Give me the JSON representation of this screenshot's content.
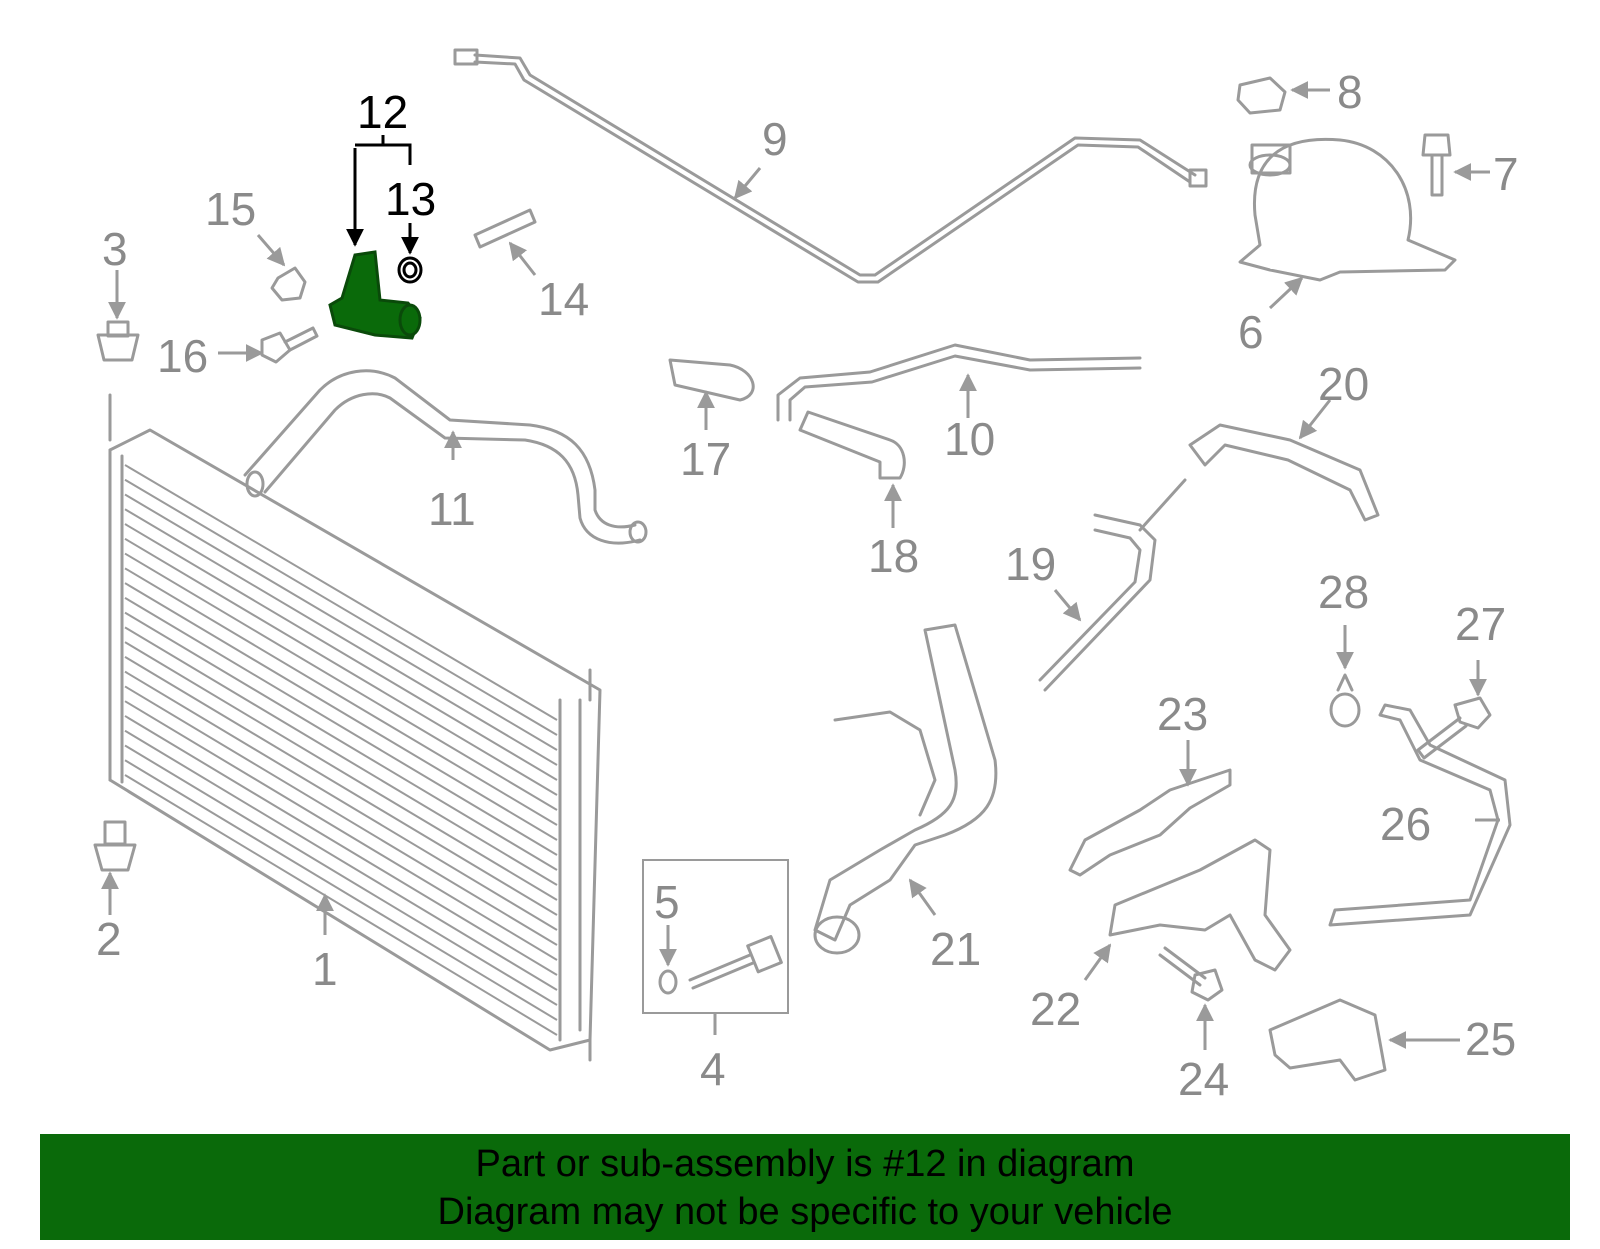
{
  "callouts": {
    "c1": "1",
    "c2": "2",
    "c3": "3",
    "c4": "4",
    "c5": "5",
    "c6": "6",
    "c7": "7",
    "c8": "8",
    "c9": "9",
    "c10": "10",
    "c11": "11",
    "c12": "12",
    "c13": "13",
    "c14": "14",
    "c15": "15",
    "c16": "16",
    "c17": "17",
    "c18": "18",
    "c19": "19",
    "c20": "20",
    "c21": "21",
    "c22": "22",
    "c23": "23",
    "c24": "24",
    "c25": "25",
    "c26": "26",
    "c27": "27",
    "c28": "28"
  },
  "highlight": {
    "part_number": "12",
    "color": "#0a6a0a"
  },
  "banner": {
    "line1": "Part or sub-assembly is #12 in diagram",
    "line2": "Diagram may not be specific to your vehicle",
    "background": "#0a6a0a"
  }
}
